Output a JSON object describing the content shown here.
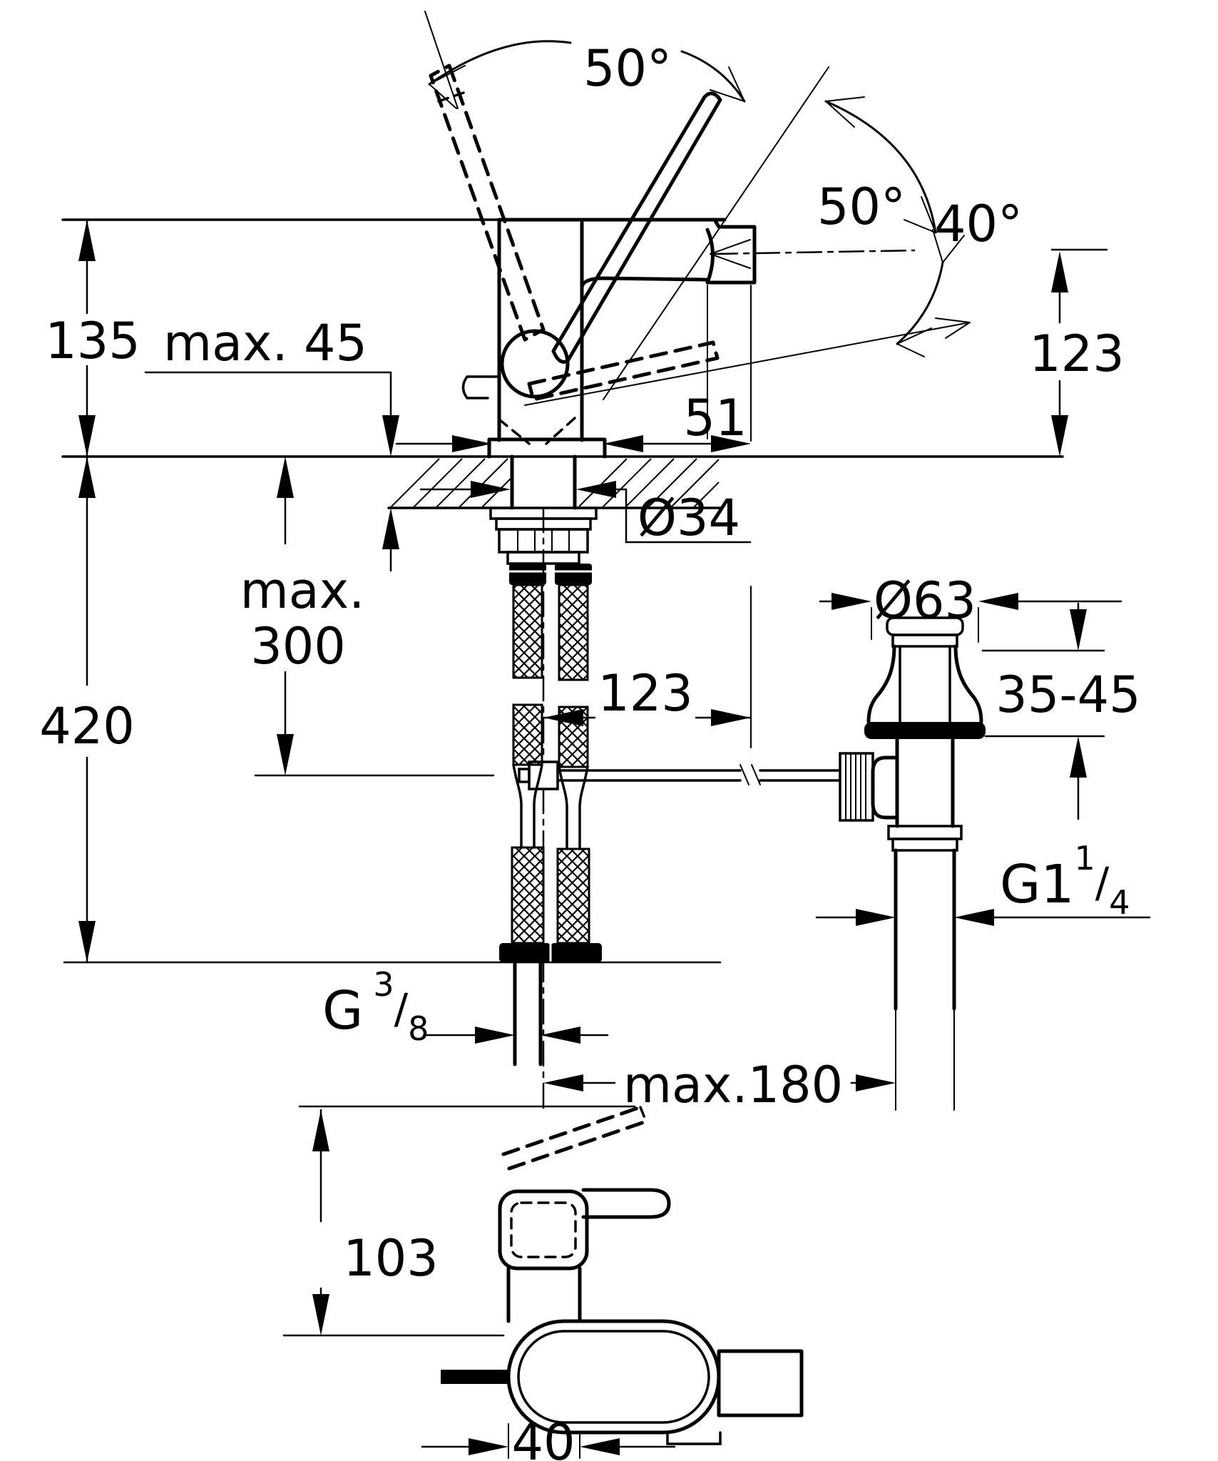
{
  "drawing": {
    "type": "technical-installation-diagram",
    "colors": {
      "line": "#000000",
      "background": "#ffffff"
    },
    "angles": {
      "handle_swing_upper": "50°",
      "handle_swing_right": "50°",
      "spray_angle": "40°"
    },
    "side_view": {
      "height_to_top": "135",
      "deck_thickness_max": "max. 45",
      "handle_height": "123",
      "spout_reach": "51",
      "mounting_hole_dia": "Ø34",
      "hose_clearance_word": "max.",
      "hose_clearance_value": "300",
      "overall_height": "420",
      "center_distance": "123"
    },
    "waste_valve": {
      "flange_dia": "Ø63",
      "deck_range": "35-45",
      "drain_thread_prefix": "G1",
      "drain_thread_sup": "1",
      "drain_thread_slash": "/",
      "drain_thread_sub": "4",
      "rod_reach": "max.180"
    },
    "supply": {
      "thread_prefix": "G",
      "thread_sup": "3",
      "thread_slash": "/",
      "thread_sub": "8"
    },
    "top_view": {
      "body_depth": "103",
      "body_width": "40"
    }
  }
}
